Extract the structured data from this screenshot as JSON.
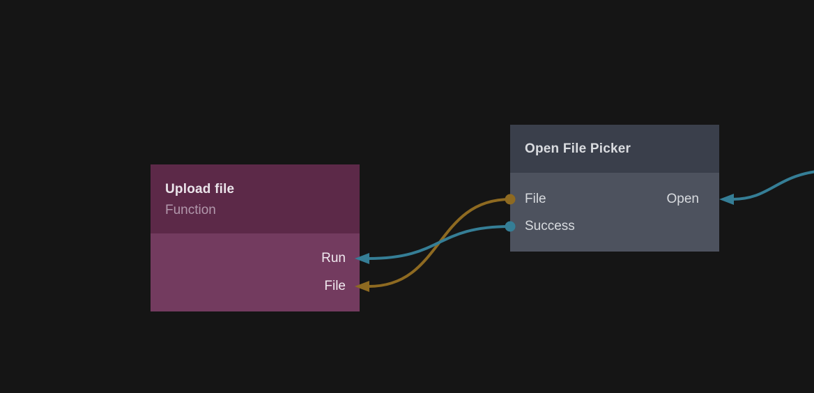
{
  "colors": {
    "background": "#151515",
    "teal": "#357e96",
    "gold": "#8e6a21",
    "upload_header": "#5c2948",
    "upload_body": "#733b5f",
    "picker_header": "#3a3f4b",
    "picker_body": "#4d525e"
  },
  "nodes": {
    "upload_file": {
      "title": "Upload file",
      "subtitle": "Function",
      "inputs": [
        {
          "label": "Run",
          "wire_color": "#357e96"
        },
        {
          "label": "File",
          "wire_color": "#8e6a21"
        }
      ]
    },
    "open_file_picker": {
      "title": "Open File Picker",
      "outputs": [
        {
          "label": "File",
          "wire_color": "#8e6a21"
        },
        {
          "label": "Success",
          "wire_color": "#357e96"
        }
      ],
      "inputs": [
        {
          "label": "Open",
          "wire_color": "#357e96"
        }
      ]
    }
  },
  "edges": [
    {
      "from": "Open File Picker / File",
      "to": "Upload file / File",
      "color": "#8e6a21"
    },
    {
      "from": "Open File Picker / Success",
      "to": "Upload file / Run",
      "color": "#357e96"
    },
    {
      "from": "offscreen-right",
      "to": "Open File Picker / Open",
      "color": "#357e96"
    }
  ]
}
